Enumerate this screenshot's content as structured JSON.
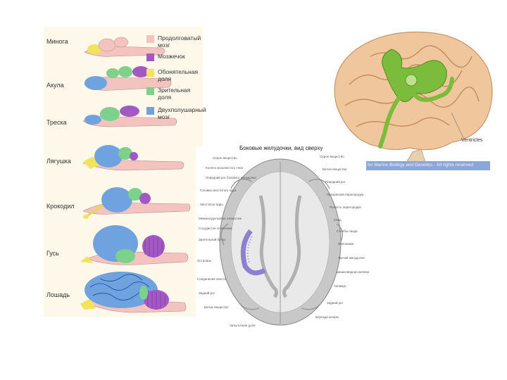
{
  "comparative": {
    "rows": [
      {
        "label": "Минога"
      },
      {
        "label": "Акула"
      },
      {
        "label": "Треска"
      },
      {
        "label": "Лягушка"
      },
      {
        "label": "Крокодил"
      },
      {
        "label": "Гусь"
      },
      {
        "label": "Лошадь"
      }
    ],
    "legend": [
      {
        "text": "Продолговатый мозг",
        "color": "#f3c3c0"
      },
      {
        "text": "Мозжечок",
        "color": "#a259c4"
      },
      {
        "text": "Обонятельная доля",
        "color": "#f1e45a"
      },
      {
        "text": "Зрительная доля",
        "color": "#7ed18a"
      },
      {
        "text": "Двухполушарный мозг",
        "color": "#6fa3e0"
      }
    ]
  },
  "section": {
    "title": "Боковые желудочки, вид сверху",
    "labels_left": [
      "Серое вещество",
      "Колено мозолистого тела",
      "Передний рог бокового желудочка",
      "Головка хвостатого ядра",
      "Хвостатое ядро",
      "Межжелудочковое отверстие",
      "Сосудистое сплетение",
      "Зрительный бугор",
      "Островок",
      "Соединение хвоста",
      "Задний рог",
      "Белое вещество",
      "Затылочная доля"
    ],
    "labels_right": [
      "Серое вещество",
      "Белое вещество",
      "Передний рог",
      "Прозрачная перегородка",
      "Полость перегородки",
      "Свод",
      "Столбы свода",
      "Гиппокамп",
      "Третий желудочек",
      "Шишковидная железа",
      "Таламус",
      "Задний рог",
      "Борозда шпоры"
    ]
  },
  "brain": {
    "caption": "for Marine Biology and Genetics - All rights reserved",
    "label": "Ventricles"
  }
}
